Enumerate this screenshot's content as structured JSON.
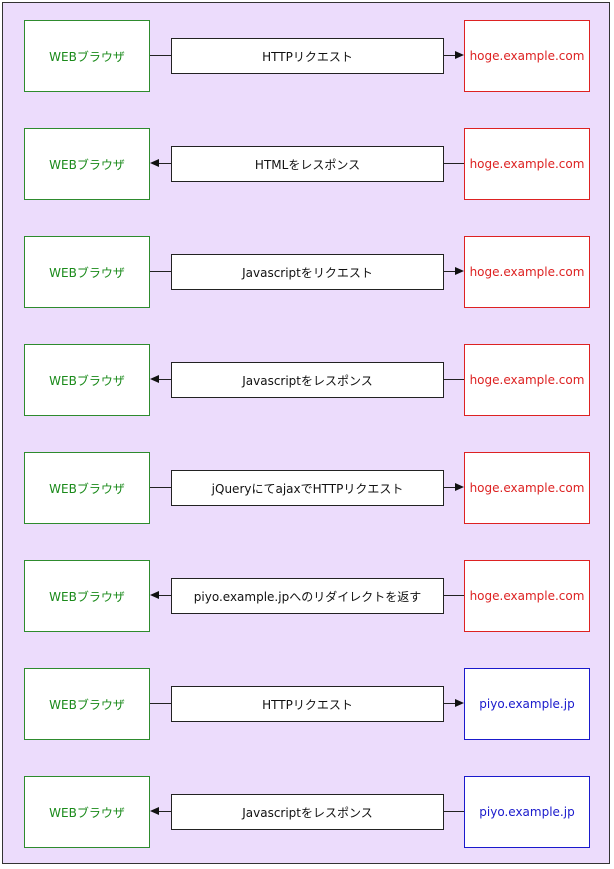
{
  "rows": [
    {
      "browser": "WEBブラウザ",
      "message": "HTTPリクエスト",
      "server": "hoge.example.com",
      "direction": "to_server",
      "server_color": "#dd2222"
    },
    {
      "browser": "WEBブラウザ",
      "message": "HTMLをレスポンス",
      "server": "hoge.example.com",
      "direction": "to_browser",
      "server_color": "#dd2222"
    },
    {
      "browser": "WEBブラウザ",
      "message": "Javascriptをリクエスト",
      "server": "hoge.example.com",
      "direction": "to_server",
      "server_color": "#dd2222"
    },
    {
      "browser": "WEBブラウザ",
      "message": "Javascriptをレスポンス",
      "server": "hoge.example.com",
      "direction": "to_browser",
      "server_color": "#dd2222"
    },
    {
      "browser": "WEBブラウザ",
      "message": "jQueryにてajaxでHTTPリクエスト",
      "server": "hoge.example.com",
      "direction": "to_server",
      "server_color": "#dd2222"
    },
    {
      "browser": "WEBブラウザ",
      "message": "piyo.example.jpへのリダイレクトを返す",
      "server": "hoge.example.com",
      "direction": "to_browser",
      "server_color": "#dd2222"
    },
    {
      "browser": "WEBブラウザ",
      "message": "HTTPリクエスト",
      "server": "piyo.example.jp",
      "direction": "to_server",
      "server_color": "#1a1acc"
    },
    {
      "browser": "WEBブラウザ",
      "message": "Javascriptをレスポンス",
      "server": "piyo.example.jp",
      "direction": "to_browser",
      "server_color": "#1a1acc"
    }
  ]
}
